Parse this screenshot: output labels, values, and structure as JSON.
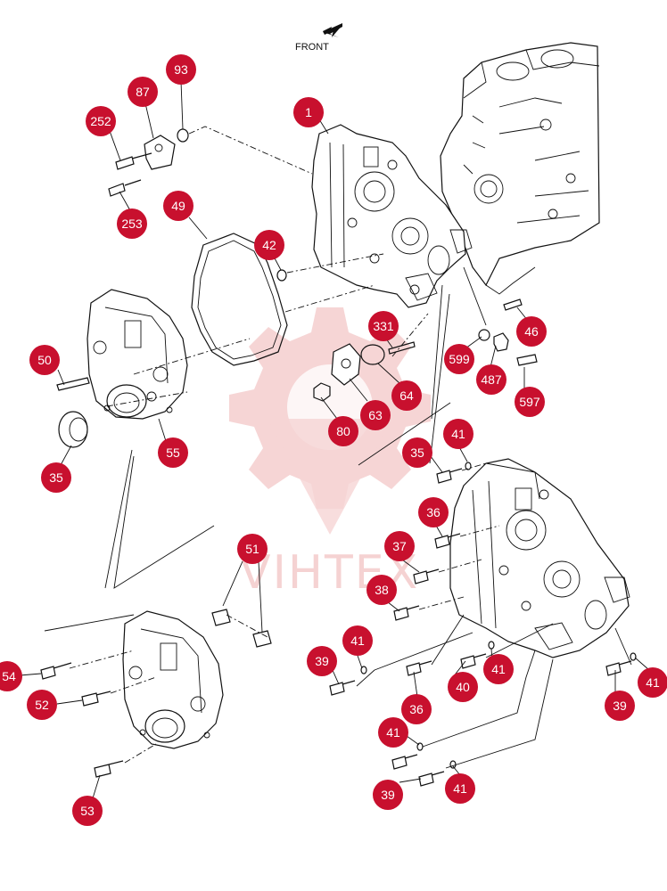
{
  "diagram": {
    "front_label": "FRONT",
    "watermark": "VIHTEX",
    "colors": {
      "callout_fill": "#c8102e",
      "callout_text": "#ffffff",
      "line": "#111111",
      "watermark": "#f2c4c4"
    },
    "callouts": [
      {
        "id": "c-1",
        "label": "1"
      },
      {
        "id": "c-93",
        "label": "93"
      },
      {
        "id": "c-87",
        "label": "87"
      },
      {
        "id": "c-252",
        "label": "252"
      },
      {
        "id": "c-253",
        "label": "253"
      },
      {
        "id": "c-49",
        "label": "49"
      },
      {
        "id": "c-42",
        "label": "42"
      },
      {
        "id": "c-331",
        "label": "331"
      },
      {
        "id": "c-46",
        "label": "46"
      },
      {
        "id": "c-599",
        "label": "599"
      },
      {
        "id": "c-487",
        "label": "487"
      },
      {
        "id": "c-597",
        "label": "597"
      },
      {
        "id": "c-64",
        "label": "64"
      },
      {
        "id": "c-63",
        "label": "63"
      },
      {
        "id": "c-80",
        "label": "80"
      },
      {
        "id": "c-50",
        "label": "50"
      },
      {
        "id": "c-55",
        "label": "55"
      },
      {
        "id": "c-35a",
        "label": "35"
      },
      {
        "id": "c-35b",
        "label": "35"
      },
      {
        "id": "c-41a",
        "label": "41"
      },
      {
        "id": "c-36a",
        "label": "36"
      },
      {
        "id": "c-37",
        "label": "37"
      },
      {
        "id": "c-38",
        "label": "38"
      },
      {
        "id": "c-51",
        "label": "51"
      },
      {
        "id": "c-41b",
        "label": "41"
      },
      {
        "id": "c-39a",
        "label": "39"
      },
      {
        "id": "c-40",
        "label": "40"
      },
      {
        "id": "c-41c",
        "label": "41"
      },
      {
        "id": "c-36b",
        "label": "36"
      },
      {
        "id": "c-41d",
        "label": "41"
      },
      {
        "id": "c-39b",
        "label": "39"
      },
      {
        "id": "c-41e",
        "label": "41"
      },
      {
        "id": "c-39c",
        "label": "39"
      },
      {
        "id": "c-41f",
        "label": "41"
      },
      {
        "id": "c-54",
        "label": "54"
      },
      {
        "id": "c-52",
        "label": "52"
      },
      {
        "id": "c-53",
        "label": "53"
      }
    ]
  }
}
